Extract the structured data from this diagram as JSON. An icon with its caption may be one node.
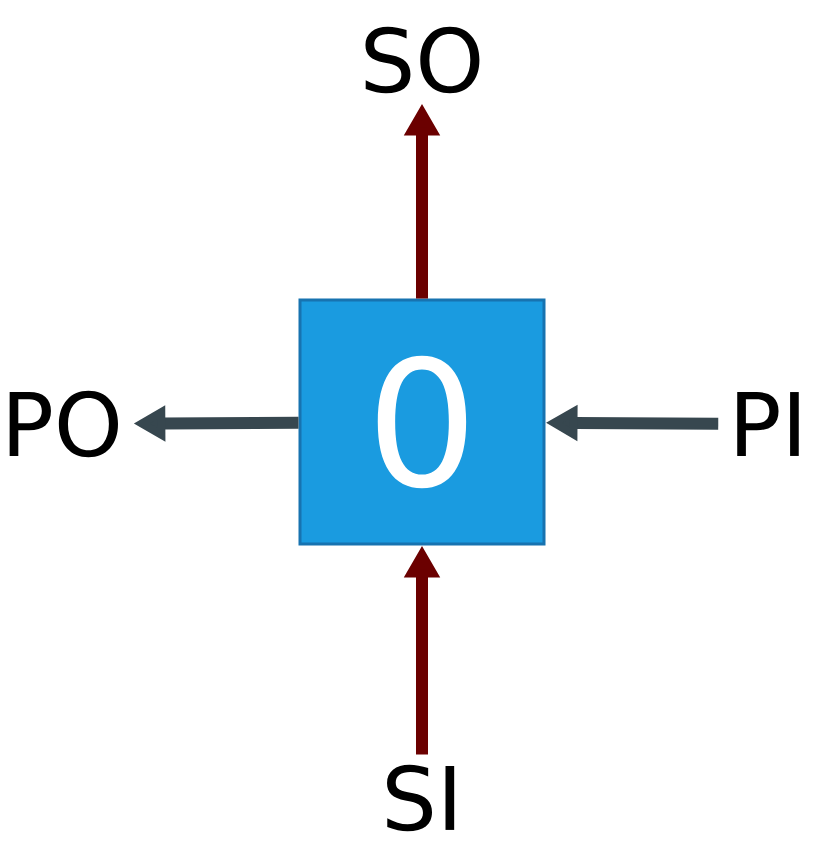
{
  "diagram": {
    "nodes": [
      {
        "text": [
          "0"
        ]
      },
      {
        "text": [
          "SO"
        ]
      },
      {
        "text": [
          "PO"
        ]
      },
      {
        "text": [
          "PI"
        ]
      },
      {
        "text": [
          "SI"
        ]
      }
    ],
    "edges": [
      {
        "from": 0,
        "to": 1,
        "arrow": "to",
        "color": "#6b0000"
      },
      {
        "from": 0,
        "to": 2,
        "arrow": "to",
        "color": "#37474f"
      },
      {
        "from": 3,
        "to": 0,
        "arrow": "to",
        "color": "#37474f"
      },
      {
        "from": 4,
        "to": 0,
        "arrow": "to",
        "color": "#6b0000"
      }
    ]
  }
}
